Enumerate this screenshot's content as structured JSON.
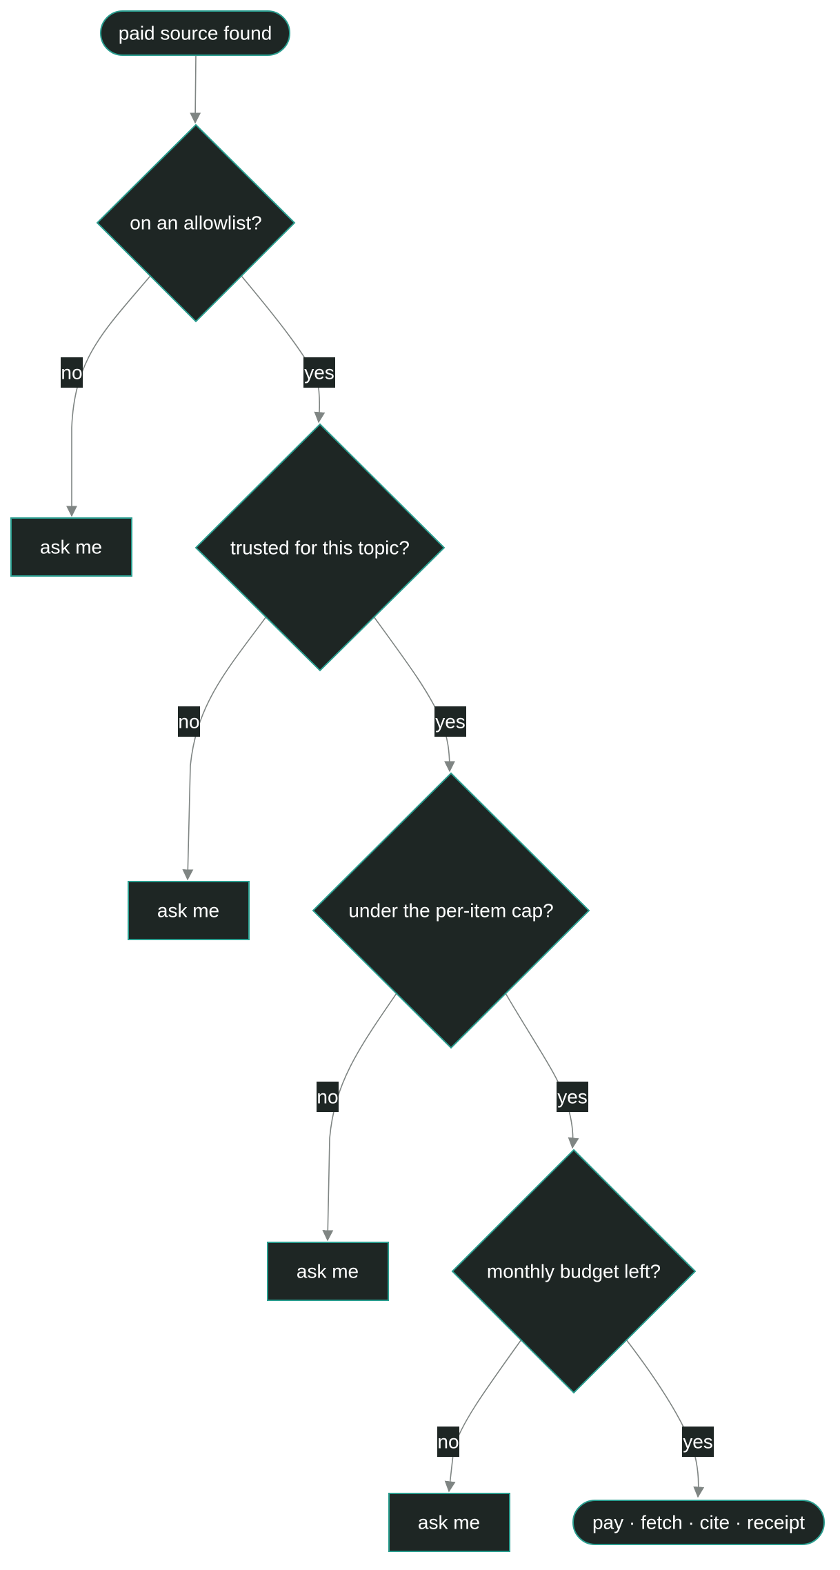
{
  "nodes": {
    "start": "paid source found",
    "q_allowlist": "on an allowlist?",
    "ask_1": "ask me",
    "q_trusted": "trusted for this topic?",
    "ask_2": "ask me",
    "q_cap": "under the per-item cap?",
    "ask_3": "ask me",
    "q_budget": "monthly budget left?",
    "ask_4": "ask me",
    "end": "pay · fetch · cite · receipt"
  },
  "edges": {
    "allowlist_no": "no",
    "allowlist_yes": "yes",
    "trusted_no": "no",
    "trusted_yes": "yes",
    "cap_no": "no",
    "cap_yes": "yes",
    "budget_no": "no",
    "budget_yes": "yes"
  },
  "colors": {
    "node_fill": "#1e2624",
    "node_border": "#2a9d8f",
    "edge": "#7f8583",
    "text": "#ffffff"
  }
}
